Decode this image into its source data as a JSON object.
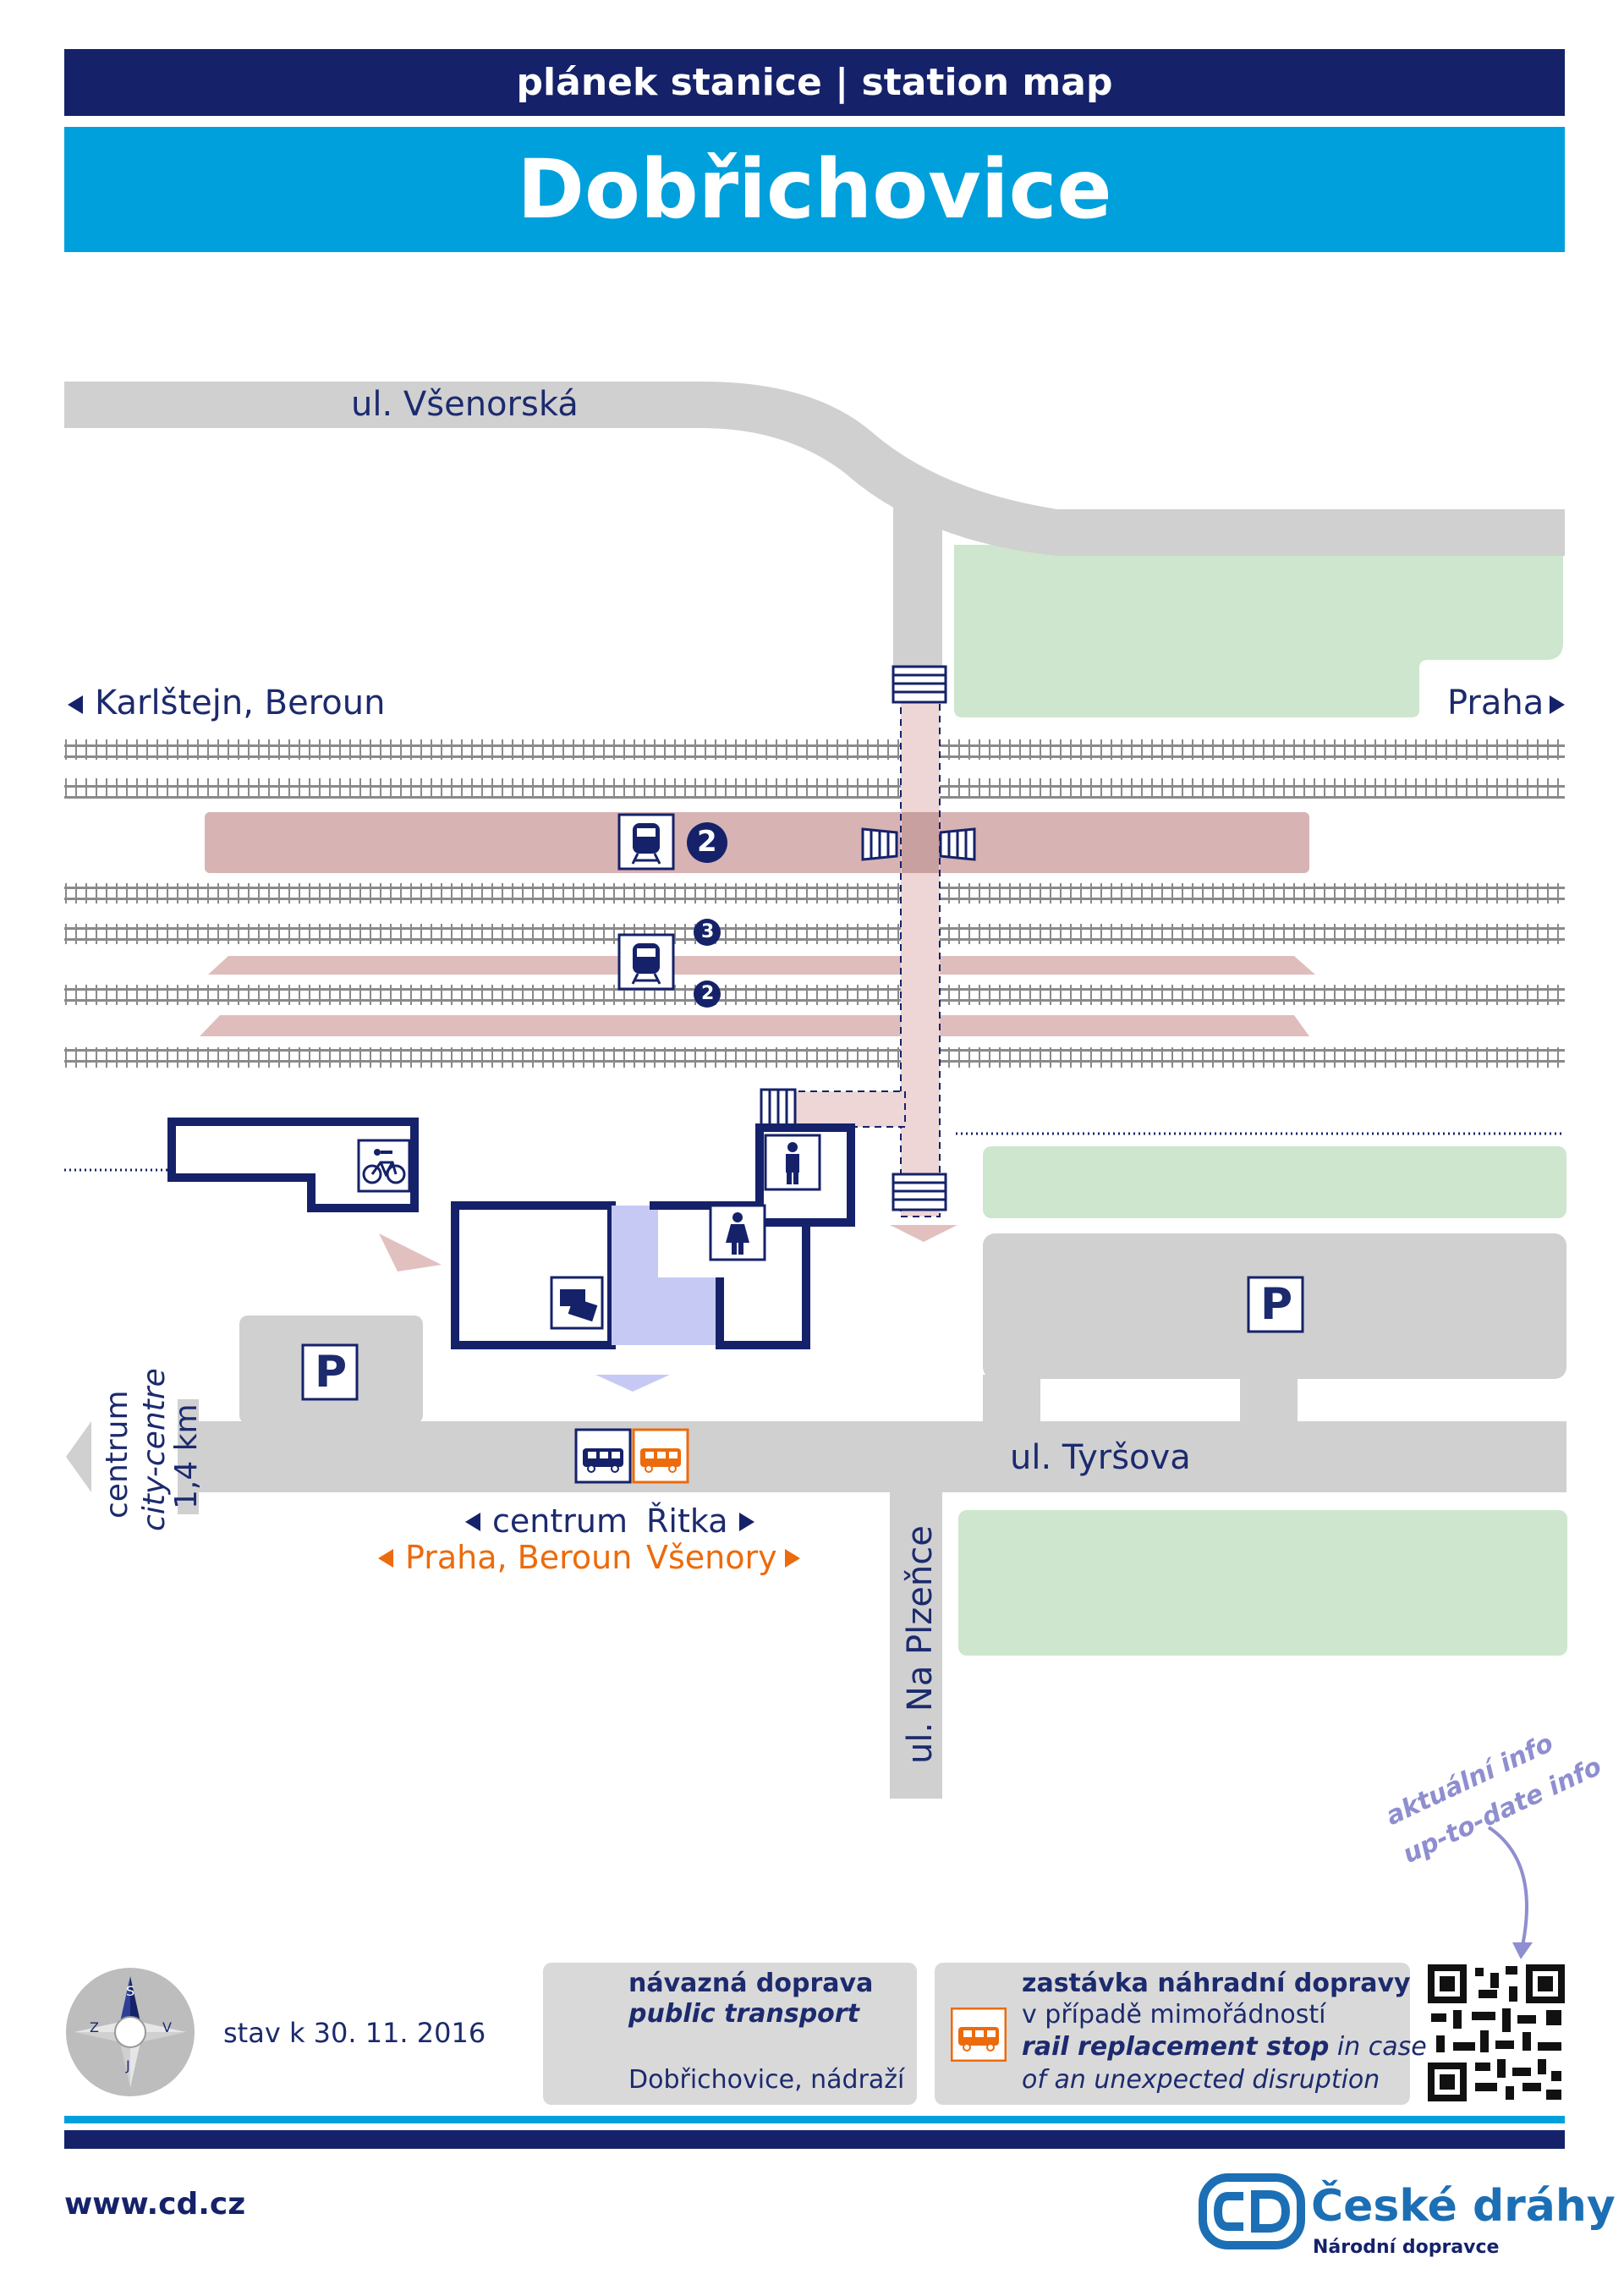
{
  "header": {
    "subtitle": "plánek stanice | station map",
    "station_name": "Dobřichovice"
  },
  "streets": {
    "north": "ul. Všenorská",
    "south": "ul. Tyršova",
    "vertical": "ul. Na Plzeňce"
  },
  "directions": {
    "west_rail": "Karlštejn, Beroun",
    "east_rail": "Praha",
    "centre_cz": "centrum",
    "centre_en": "city-centre",
    "centre_distance": "1,4 km",
    "bus_west": "centrum",
    "bus_east": "Řitka",
    "replacement_west": "Praha, Beroun",
    "replacement_east": "Všenory"
  },
  "platforms": {
    "platform_a": "2",
    "track_upper": "3",
    "track_lower": "2"
  },
  "icons": {
    "parking": "P",
    "parking_label": "P"
  },
  "status_date": "stav k 30. 11. 2016",
  "qr_caption": {
    "cz": "aktuální info",
    "en": "up-to-date info"
  },
  "legend": {
    "public_transport": {
      "title": "návazná doprava",
      "subtitle": "public transport",
      "stop": "Dobřichovice, nádraží"
    },
    "replacement": {
      "title": "zastávka náhradní dopravy",
      "line1": "v případě mimořádností",
      "line2_bold": "rail replacement stop",
      "line2_rest": " in case",
      "line3": "of an unexpected disruption"
    }
  },
  "compass": {
    "n": "S",
    "w": "Z",
    "e": "V",
    "s": "J"
  },
  "footer": {
    "url": "www.cd.cz",
    "brand": "České dráhy",
    "brand_sub": "Národní dopravce"
  },
  "colors": {
    "navy": "#15226a",
    "blue": "#00a0dc",
    "platform": "#d8b3b3",
    "green": "#cde6cd",
    "road": "#d0d0d0",
    "orange": "#ec6b0c"
  }
}
